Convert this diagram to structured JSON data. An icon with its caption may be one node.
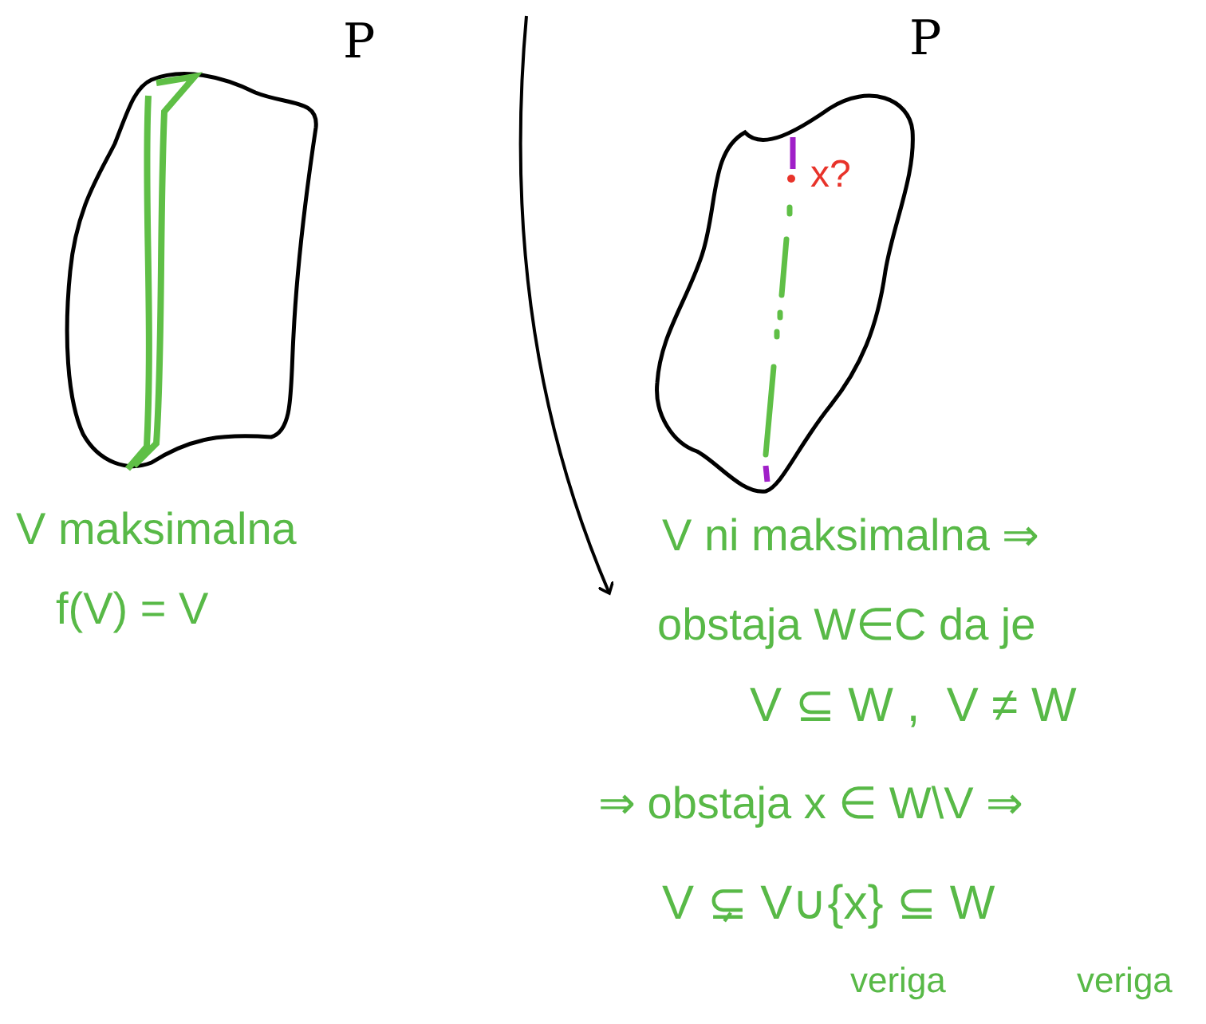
{
  "diagram": {
    "nodes": [
      {
        "text": [
          "P"
        ]
      },
      {
        "text": [
          "P",
          "x?"
        ]
      }
    ],
    "edges": [],
    "labels": [
      "V maksimalna",
      "f(V) = V",
      "V ni maksimalna ⇒",
      "obstaja W∈C da je",
      "V ⊆ W ,  V ≠ W",
      "⇒ obstaja x ∈ W\\V ⇒",
      "V ⊊ V∪{x} ⊆ W",
      "veriga",
      "veriga"
    ]
  }
}
